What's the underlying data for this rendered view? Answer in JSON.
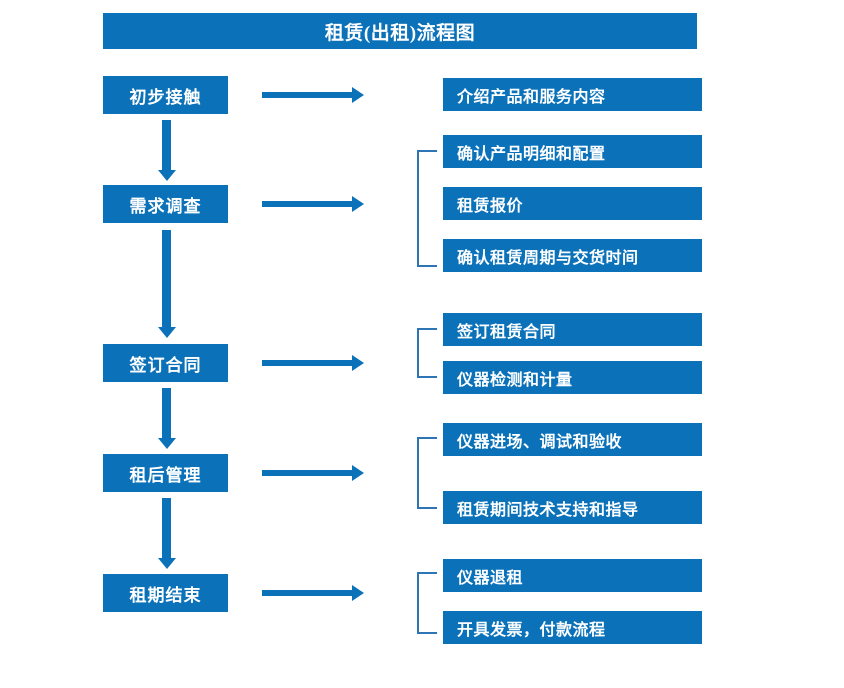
{
  "diagram": {
    "title": "租赁(出租)流程图",
    "colors": {
      "box_blue": "#0b72ba",
      "bracket_blue": "#2e75b6",
      "text_white": "#ffffff",
      "background": "#ffffff"
    },
    "stages": [
      {
        "label": "初步接触"
      },
      {
        "label": "需求调查"
      },
      {
        "label": "签订合同"
      },
      {
        "label": "租后管理"
      },
      {
        "label": "租期结束"
      }
    ],
    "details": [
      {
        "label": "介绍产品和服务内容"
      },
      {
        "label": "确认产品明细和配置"
      },
      {
        "label": "租赁报价"
      },
      {
        "label": "确认租赁周期与交货时间"
      },
      {
        "label": "签订租赁合同"
      },
      {
        "label": "仪器检测和计量"
      },
      {
        "label": "仪器进场、调试和验收"
      },
      {
        "label": "租赁期间技术支持和指导"
      },
      {
        "label": "仪器退租"
      },
      {
        "label": "开具发票，付款流程"
      }
    ]
  }
}
